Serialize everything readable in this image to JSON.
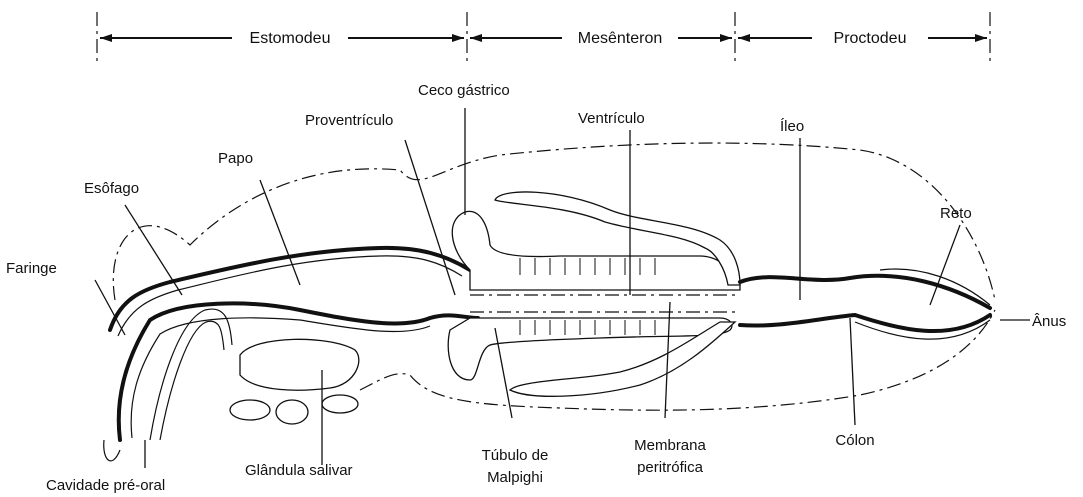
{
  "header": {
    "stomodeum": "Estomodeu",
    "mesenteron": "Mesênteron",
    "proctodeum": "Proctodeu"
  },
  "labels": {
    "gastric_caecum": "Ceco gástrico",
    "proventriculus": "Proventrículo",
    "ventriculus": "Ventrículo",
    "ileum": "Íleo",
    "crop": "Papo",
    "esophagus": "Esôfago",
    "rectum": "Reto",
    "pharynx": "Faringe",
    "anus": "Ânus",
    "preoral_cavity": "Cavidade pré-oral",
    "salivary_gland": "Glândula salivar",
    "malpighian_tubule_line1": "Túbulo de",
    "malpighian_tubule_line2": "Malpighi",
    "peritrophic_membrane_line1": "Membrana",
    "peritrophic_membrane_line2": "peritrófica",
    "colon": "Cólon"
  }
}
